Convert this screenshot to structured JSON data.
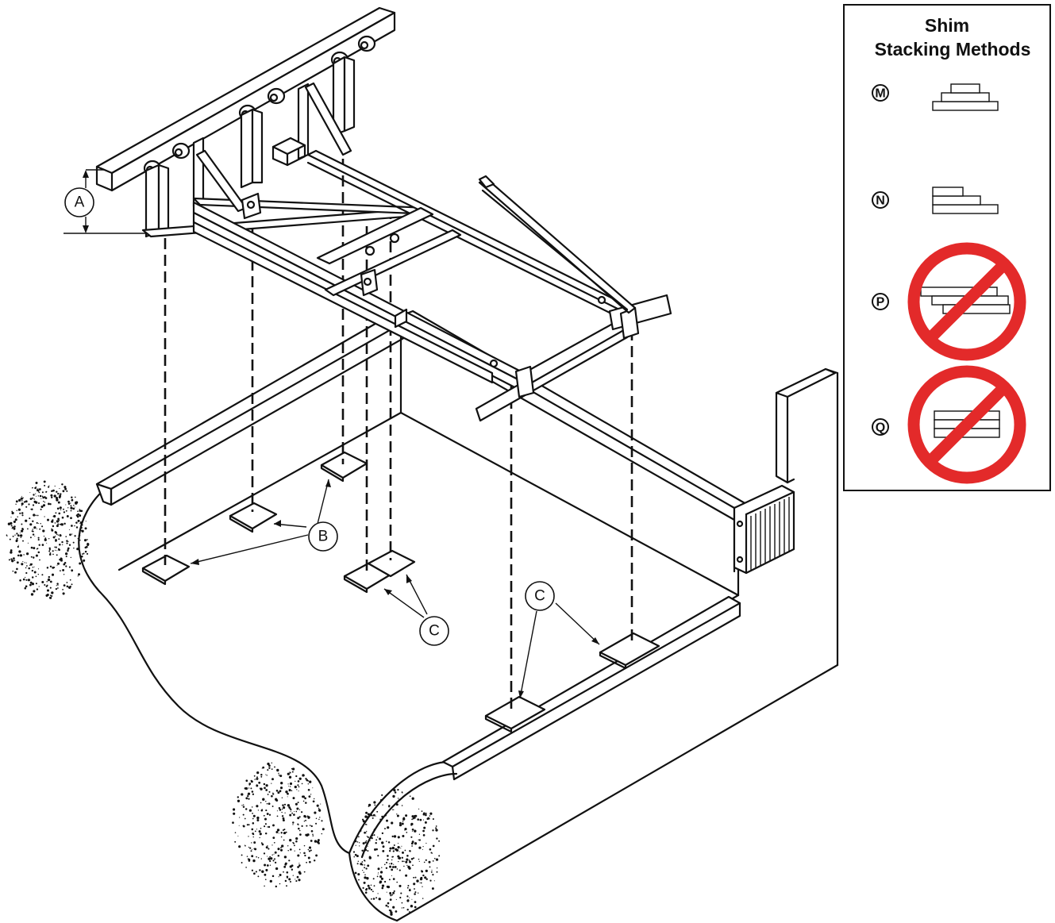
{
  "callouts": {
    "a": "A",
    "b": "B",
    "c1": "C",
    "c2": "C"
  },
  "legend": {
    "title_line1": "Shim",
    "title_line2": "Stacking Methods",
    "methods": [
      {
        "key": "M",
        "allowed": true
      },
      {
        "key": "N",
        "allowed": true
      },
      {
        "key": "P",
        "allowed": false
      },
      {
        "key": "Q",
        "allowed": false
      }
    ]
  },
  "colors": {
    "prohibited": "#e32a2a",
    "line": "#111111"
  }
}
